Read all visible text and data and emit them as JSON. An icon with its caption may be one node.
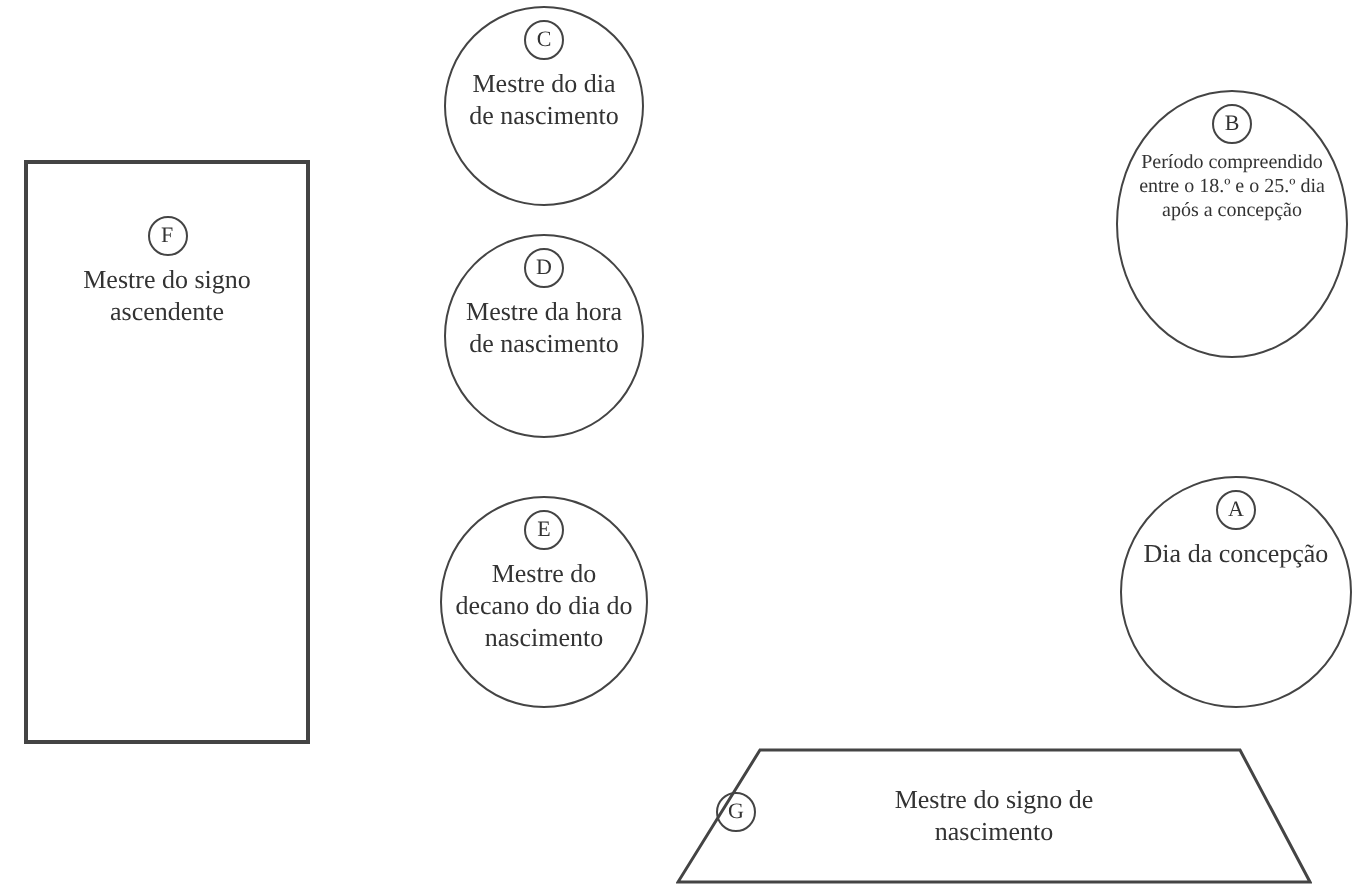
{
  "diagram": {
    "nodes": [
      {
        "text": [
          "F",
          "Mestre do signo ascendente"
        ]
      },
      {
        "text": [
          "C",
          "Mestre do dia de nascimento"
        ]
      },
      {
        "text": [
          "D",
          "Mestre da hora de nascimento"
        ]
      },
      {
        "text": [
          "E",
          "Mestre do decano do dia do nascimento"
        ]
      },
      {
        "text": [
          "G",
          "Mestre do signo de nascimento"
        ]
      },
      {
        "text": [
          "B",
          "Período compreendido entre o 18.º e o 25.º dia após a concepção"
        ]
      },
      {
        "text": [
          "A",
          "Dia da concepção"
        ]
      }
    ]
  }
}
